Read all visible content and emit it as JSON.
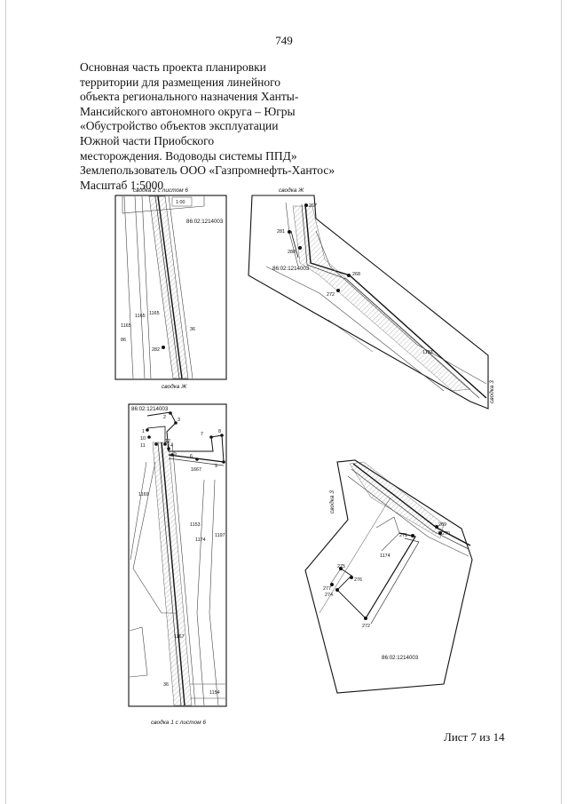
{
  "page_number": "749",
  "heading_lines": [
    "Основная часть проекта планировки",
    "территории для размещения линейного",
    "объекта регионального назначения Ханты-",
    "Мансийского автономного округа – Югры",
    "«Обустройство объектов эксплуатации",
    " Южной части Приобского",
    "месторождения. Водоводы системы ППД»",
    "Землепользователь ООО «Газпромнефть-Хантос»",
    "Масштаб 1:5000"
  ],
  "sheet": "Лист 7 из 14",
  "maps": {
    "top_left": {
      "title_top": "сводка 2  с листом 6",
      "title_bottom": "сводка Ж",
      "cadastral": "86:02:1214003",
      "labels": [
        "1165",
        "1165",
        "1165",
        "86",
        "36",
        "1:00"
      ],
      "point": "282"
    },
    "top_right": {
      "title_top": "сводка Ж",
      "title_side": "сводка 3",
      "cadastral": "86:02:1214003",
      "points": [
        "267",
        "281",
        "280",
        "268",
        "272"
      ],
      "label": "1133"
    },
    "bottom_left": {
      "cadastral": "86:02:1214003",
      "title_bottom": "сводка 1 с листом 6",
      "points": [
        "1",
        "2",
        "3",
        "4",
        "5",
        "6",
        "7",
        "8",
        "9",
        "10",
        "11",
        "12"
      ],
      "labels": [
        "1667",
        "1169",
        "1153",
        "1174",
        "1197",
        "1167",
        "36",
        "1154"
      ]
    },
    "bottom_right": {
      "title_side": "сводка 3",
      "cadastral": "86:02:1214003",
      "points": [
        "269",
        "270",
        "271",
        "275",
        "276",
        "277",
        "274",
        "272"
      ],
      "label": "1174"
    }
  }
}
